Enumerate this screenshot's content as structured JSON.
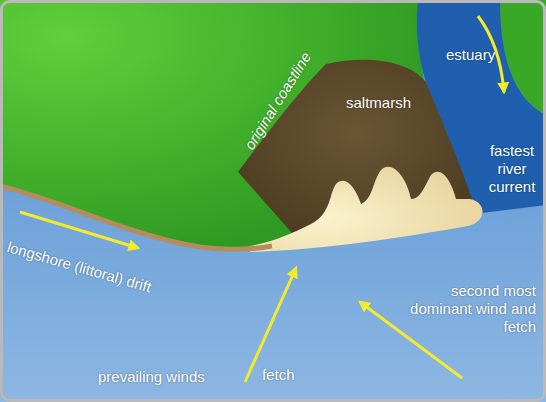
{
  "diagram": {
    "labels": [
      "original coastline",
      "saltmarsh",
      "estuary",
      "fastest river current",
      "longshore (littoral) drift",
      "prevailing winds",
      "fetch",
      "second most dominant wind and fetch"
    ]
  }
}
